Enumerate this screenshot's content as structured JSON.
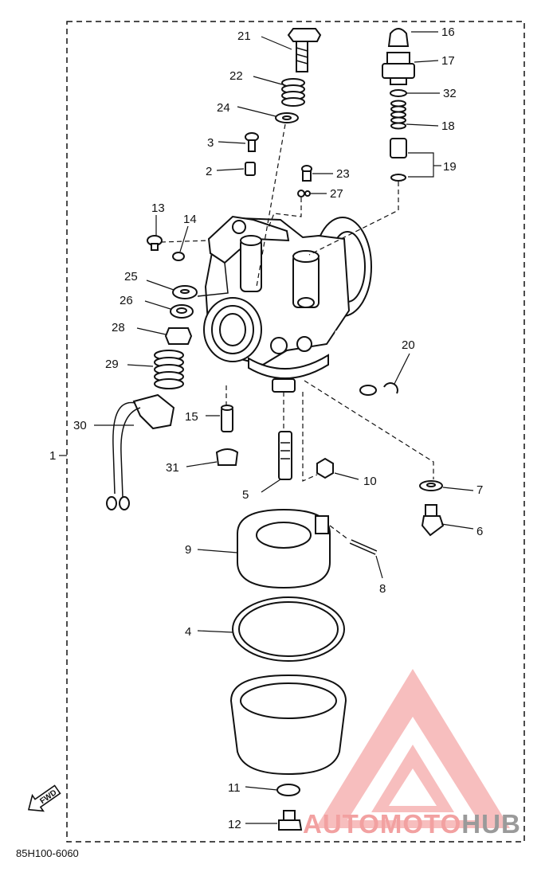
{
  "diagram_code": "85H100-6060",
  "fwd_label": "FWD",
  "watermark": {
    "prefix": "AUTOMOTO",
    "suffix": "HUB",
    "color_main": "#f2a1a1",
    "color_suffix": "#9a9a9a"
  },
  "part_numbers": {
    "p1": "1",
    "p2": "2",
    "p3": "3",
    "p4": "4",
    "p5": "5",
    "p6": "6",
    "p7": "7",
    "p8": "8",
    "p9": "9",
    "p10": "10",
    "p11": "11",
    "p12": "12",
    "p13": "13",
    "p14": "14",
    "p15": "15",
    "p16": "16",
    "p17": "17",
    "p18": "18",
    "p19": "19",
    "p20": "20",
    "p21": "21",
    "p22": "22",
    "p23": "23",
    "p24": "24",
    "p25": "25",
    "p26": "26",
    "p27": "27",
    "p28": "28",
    "p29": "29",
    "p30": "30",
    "p31": "31",
    "p32": "32"
  }
}
